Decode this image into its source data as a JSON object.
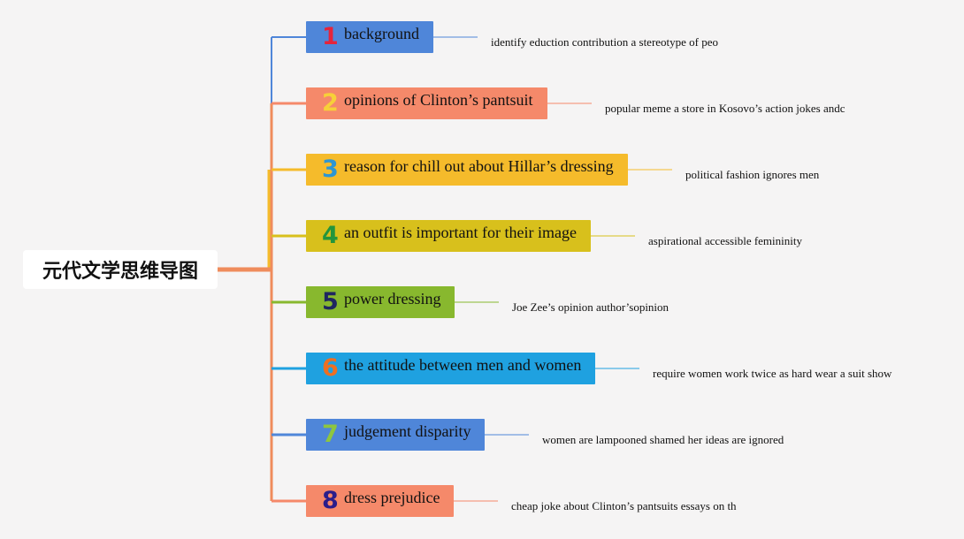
{
  "root": {
    "title": "元代文学思维导图"
  },
  "colors": {
    "trunk": "#ef8c5c",
    "root_bg": "#ffffff",
    "background": "#f5f4f4"
  },
  "branches": [
    {
      "number": "1",
      "label": "background",
      "color": "#4f86d9",
      "number_color": "#e5243b",
      "detail": "identify eduction contribution a stereotype of peo"
    },
    {
      "number": "2",
      "label": "opinions of Clinton’s pantsuit",
      "color": "#f5896a",
      "number_color": "#f7d038",
      "detail": "popular meme a store in Kosovo’s action jokes andc"
    },
    {
      "number": "3",
      "label": "reason for chill out about Hillar’s dressing",
      "color": "#f5bb2b",
      "number_color": "#2d96d3",
      "detail": "political fashion ignores men"
    },
    {
      "number": "4",
      "label": "an outfit is important for their image",
      "color": "#d8c01c",
      "number_color": "#23953c",
      "detail": "aspirational accessible femininity"
    },
    {
      "number": "5",
      "label": "power dressing",
      "color": "#88b82e",
      "number_color": "#1f2660",
      "detail": "Joe Zee’s opinion author’sopinion"
    },
    {
      "number": "6",
      "label": "the attitude between men and women",
      "color": "#1fa1e0",
      "number_color": "#ee6f22",
      "detail": "require women work twice as hard wear a suit show"
    },
    {
      "number": "7",
      "label": "judgement disparity",
      "color": "#4f86d9",
      "number_color": "#8ec63f",
      "detail": "women are lampooned shamed her ideas are ignored"
    },
    {
      "number": "8",
      "label": "dress prejudice",
      "color": "#f5896a",
      "number_color": "#2b1d8a",
      "detail": "cheap joke about Clinton’s pantsuits essays on th"
    }
  ]
}
